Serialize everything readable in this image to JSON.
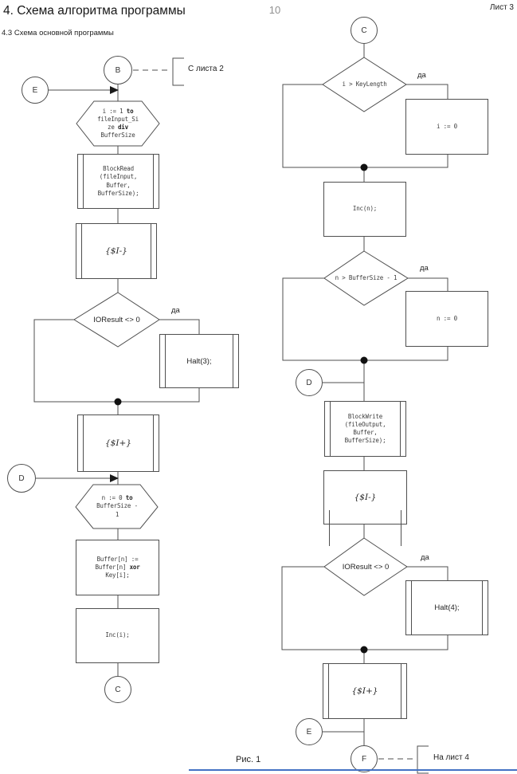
{
  "page": {
    "title": "4. Схема алгоритма программы",
    "subtitle": "4.3 Схема основной программы",
    "page_number": "10",
    "sheet_label": "Лист 3",
    "figure_caption": "Рис. 1"
  },
  "labels": {
    "yes": "да",
    "from_sheet": "С листа 2",
    "to_sheet": "На лист 4"
  },
  "colors": {
    "line": "#4F4F4F",
    "accent_border": "#4472C4"
  },
  "left": {
    "connector_b": "B",
    "connector_e": "E",
    "connector_d": "D",
    "connector_c": "C",
    "loop_start": [
      "i := 1 to",
      "fileInput_Si",
      "ze div",
      "BufferSize"
    ],
    "block_read": [
      "BlockRead",
      "(fileInput,",
      "Buffer,",
      "BufferSize);"
    ],
    "io_off": "{$I-}",
    "decision_io": "IOResult <> 0",
    "halt": "Halt(3);",
    "io_on": "{$I+}",
    "loop_inner": [
      "n := 0 to",
      "BufferSize -",
      "1"
    ],
    "xor_assign": [
      "Buffer[n] :=",
      "Buffer[n] xor",
      "Key[i];"
    ],
    "inc": "Inc(i);"
  },
  "right": {
    "connector_c": "C",
    "connector_d": "D",
    "connector_e": "E",
    "connector_f": "F",
    "decision_key": "i > KeyLength",
    "reset_i": "i := 0",
    "inc": "Inc(n);",
    "decision_buf": "n > BufferSize - 1",
    "reset_n": "n := 0",
    "block_write": [
      "BlockWrite",
      "(fileOutput,",
      "Buffer,",
      "BufferSize);"
    ],
    "io_off": "{$I-}",
    "decision_io": "IOResult <> 0",
    "halt": "Halt(4);",
    "io_on": "{$I+}"
  }
}
